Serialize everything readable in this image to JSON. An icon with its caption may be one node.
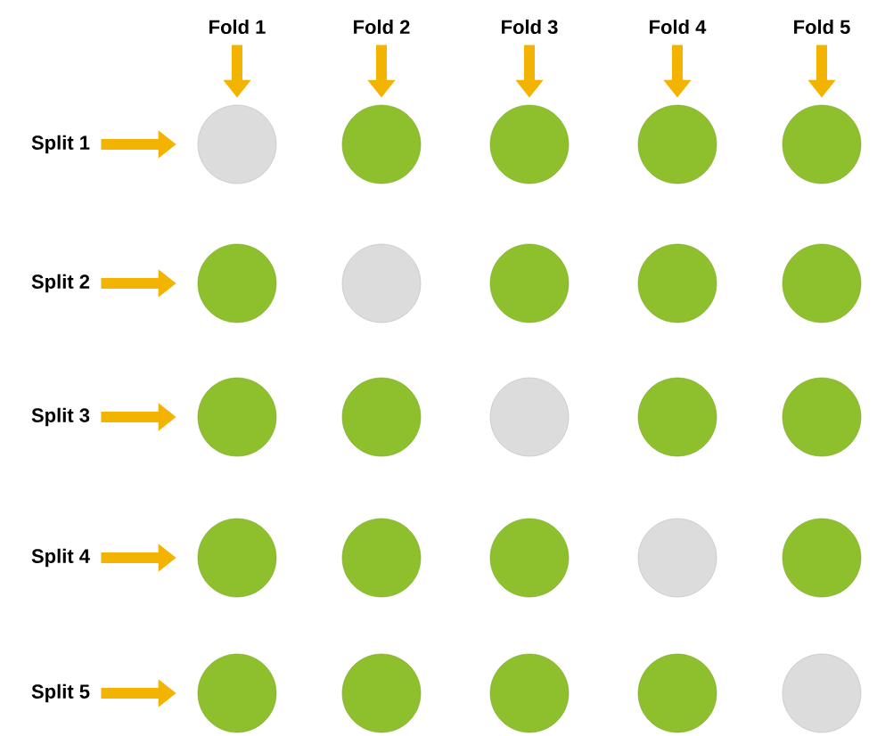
{
  "diagram": {
    "nodes": [
      {
        "text": [
          "Fold 1"
        ]
      },
      {
        "text": [
          "Fold 2"
        ]
      },
      {
        "text": [
          "Fold 3"
        ]
      },
      {
        "text": [
          "Fold 4"
        ]
      },
      {
        "text": [
          "Fold 5"
        ]
      },
      {
        "text": [
          "Split 1"
        ]
      },
      {
        "text": [],
        "shape": "circle"
      },
      {
        "text": [],
        "shape": "circle"
      },
      {
        "text": [],
        "shape": "circle"
      },
      {
        "text": [],
        "shape": "circle"
      },
      {
        "text": [],
        "shape": "circle"
      },
      {
        "text": [
          "Split 2"
        ]
      },
      {
        "text": [],
        "shape": "circle"
      },
      {
        "text": [],
        "shape": "circle"
      },
      {
        "text": [],
        "shape": "circle"
      },
      {
        "text": [],
        "shape": "circle"
      },
      {
        "text": [],
        "shape": "circle"
      },
      {
        "text": [
          "Split 3"
        ]
      },
      {
        "text": [],
        "shape": "circle"
      },
      {
        "text": [],
        "shape": "circle"
      },
      {
        "text": [],
        "shape": "circle"
      },
      {
        "text": [],
        "shape": "circle"
      },
      {
        "text": [],
        "shape": "circle"
      },
      {
        "text": [
          "Split 4"
        ]
      },
      {
        "text": [],
        "shape": "circle"
      },
      {
        "text": [],
        "shape": "circle"
      },
      {
        "text": [],
        "shape": "circle"
      },
      {
        "text": [],
        "shape": "circle"
      },
      {
        "text": [],
        "shape": "circle"
      },
      {
        "text": [
          "Split 5"
        ]
      },
      {
        "text": [],
        "shape": "circle"
      },
      {
        "text": [],
        "shape": "circle"
      },
      {
        "text": [],
        "shape": "circle"
      },
      {
        "text": [],
        "shape": "circle"
      },
      {
        "text": [],
        "shape": "circle"
      }
    ],
    "edges": [
      {
        "from": 0,
        "to": 6,
        "arrow": "to"
      },
      {
        "from": 1,
        "to": 7,
        "arrow": "to"
      },
      {
        "from": 2,
        "to": 8,
        "arrow": "to"
      },
      {
        "from": 3,
        "to": 9,
        "arrow": "to"
      },
      {
        "from": 4,
        "to": 10,
        "arrow": "to"
      },
      {
        "from": 5,
        "to": 6,
        "arrow": "to"
      },
      {
        "from": 11,
        "to": 12,
        "arrow": "to"
      },
      {
        "from": 17,
        "to": 18,
        "arrow": "to"
      },
      {
        "from": 23,
        "to": 24,
        "arrow": "to"
      },
      {
        "from": 29,
        "to": 30,
        "arrow": "to"
      }
    ]
  }
}
